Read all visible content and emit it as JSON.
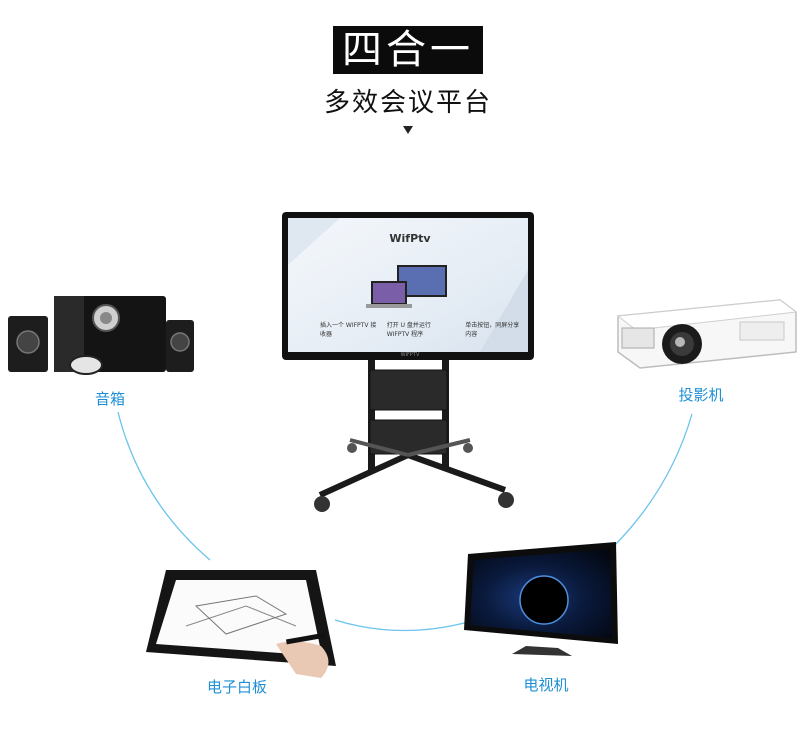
{
  "header": {
    "title": "四合一",
    "subtitle": "多效会议平台"
  },
  "center_screen": {
    "logo": "WifPtv",
    "steps": [
      "插入一个 WIFPTV 接收器",
      "打开 U 盘并运行 WIFPTV 程序",
      "单击按钮，同屏分享内容"
    ],
    "bezel_brand": "WIFPTV"
  },
  "devices": [
    {
      "label": "音箱"
    },
    {
      "label": "投影机"
    },
    {
      "label": "电子白板"
    },
    {
      "label": "电视机"
    }
  ],
  "colors": {
    "accent": "#1e8fd6",
    "badge_bg": "#0b0b0b"
  }
}
